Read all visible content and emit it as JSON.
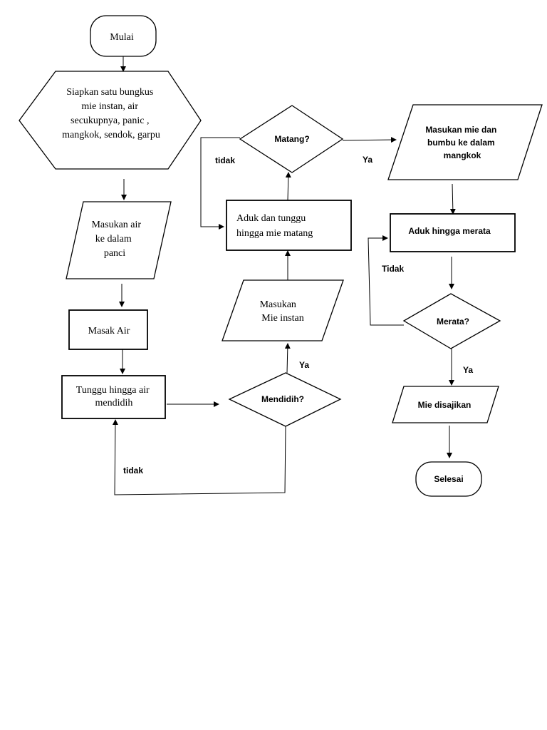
{
  "nodes": {
    "start": "Mulai",
    "prepare": [
      "Siapkan satu bungkus",
      "mie instan, air",
      "secukupnya, panic ,",
      "mangkok, sendok, garpu"
    ],
    "pour_water": [
      "Masukan air",
      "ke dalam",
      "panci"
    ],
    "boil": "Masak Air",
    "wait_boil": [
      "Tunggu hingga air",
      "mendidih"
    ],
    "boiling_q": "Mendidih?",
    "add_noodle": [
      "Masukan",
      "Mie instan"
    ],
    "stir_wait": [
      "Aduk dan tunggu",
      "hingga mie matang"
    ],
    "cooked_q": "Matang?",
    "to_bowl": [
      "Masukan mie dan",
      "bumbu ke dalam",
      "mangkok"
    ],
    "stir_even": "Aduk hingga merata",
    "even_q": "Merata?",
    "serve": "Mie disajikan",
    "end": "Selesai"
  },
  "labels": {
    "no_boil": "tidak",
    "yes_boil": "Ya",
    "no_cooked": "tidak",
    "yes_cooked": "Ya",
    "no_even": "Tidak",
    "yes_even": "Ya"
  }
}
